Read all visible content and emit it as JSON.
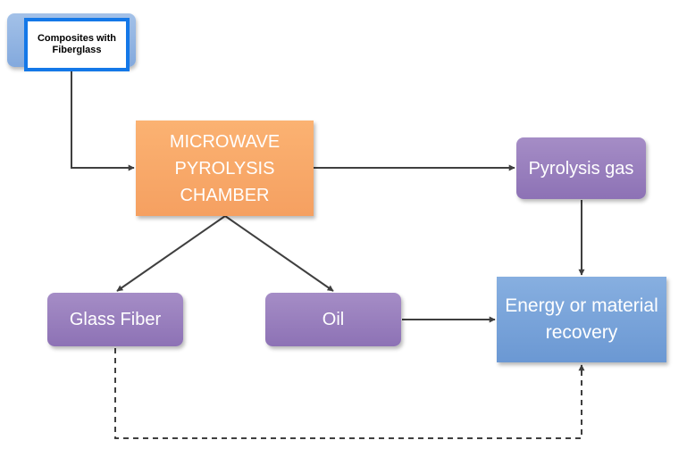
{
  "diagram": {
    "nodes": {
      "source": "Composites with\nFiberglass",
      "chamber": "MICROWAVE\nPYROLYSIS\nCHAMBER",
      "gas": "Pyrolysis gas",
      "glass": "Glass Fiber",
      "oil": "Oil",
      "recovery": "Energy or material\nrecovery"
    },
    "colors": {
      "arrow": "#3f3f3f",
      "orange_box": "#f7a765",
      "purple_box": "#987eba",
      "blue_box": "#7aa2d9"
    }
  }
}
